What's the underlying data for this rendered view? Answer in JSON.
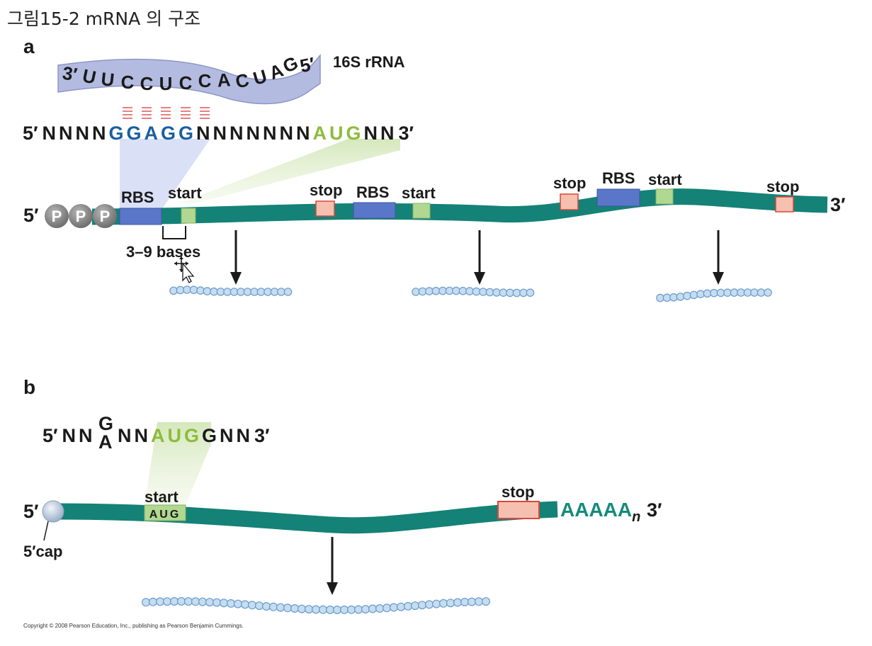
{
  "figure_title": "그림15-2  mRNA 의 구조",
  "copyright": "Copyright © 2008 Pearson Education, Inc., publishing as Pearson Benjamin Cummings.",
  "colors": {
    "mrna_strand": "#148276",
    "rbs_box": "#5a76c8",
    "start_box": "#b0d890",
    "stop_box": "#f6c0b0",
    "stop_border": "#d9473a",
    "rrna_band": "#b4bbe0",
    "pairing_lines": "#e06060",
    "shine_dalgarno": "#1a5fa0",
    "aug": "#8cbc3c",
    "bead_fill": "#c6dcf0",
    "bead_stroke": "#6a9ccc"
  },
  "panel_a": {
    "letter": "a",
    "rrna_label": "16S rRNA",
    "rrna_prime_5": "5′",
    "rrna_prime_3": "3′",
    "rrna_letters": [
      "U",
      "U",
      "C",
      "C",
      "U",
      "C",
      "C",
      "A",
      "C",
      "U",
      "A",
      "G"
    ],
    "seq_5": "5′",
    "seq_n_left": "NNNN",
    "seq_sd": "GGAGG",
    "seq_n_mid": "NNNNNNN",
    "seq_aug": "AUG",
    "seq_n_right": "NN",
    "seq_3": "3′",
    "end_5": "5′",
    "end_3": "3′",
    "ppp": [
      "P",
      "P",
      "P"
    ],
    "labels": {
      "rbs": "RBS",
      "start": "start",
      "stop": "stop",
      "spacer": "3–9 bases"
    }
  },
  "panel_b": {
    "letter": "b",
    "seq_5": "5′",
    "seq_nn_1": "NN",
    "seq_g_top": "G",
    "seq_a_bottom": "A",
    "seq_nn_2": "NN",
    "seq_aug": "AUG",
    "seq_g": "G",
    "seq_nn_3": "NN",
    "seq_3": "3′",
    "end_5": "5′",
    "cap_label": "5′cap",
    "start_label": "start",
    "start_codon": "AUG",
    "stop_label": "stop",
    "poly_a": "AAAAA",
    "poly_a_sub": "n",
    "end_3": "3′"
  }
}
